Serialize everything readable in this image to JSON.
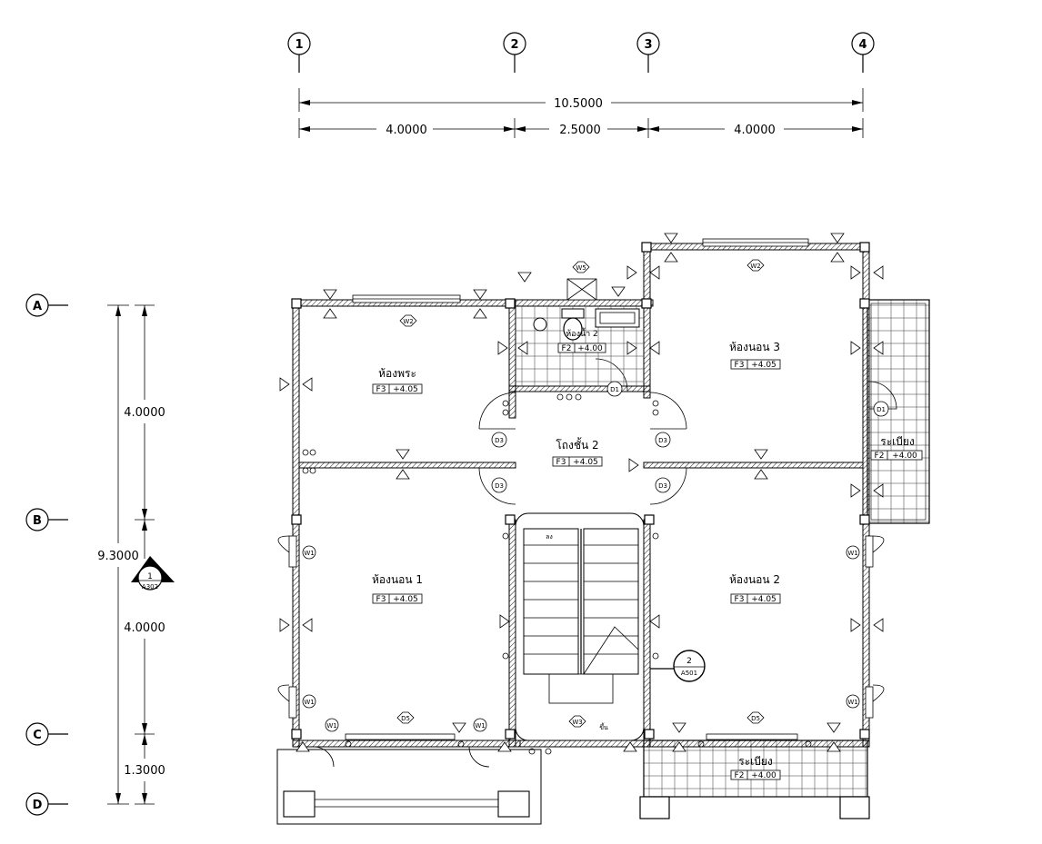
{
  "grid": {
    "columns": [
      "1",
      "2",
      "3",
      "4"
    ],
    "rows": [
      "A",
      "B",
      "C",
      "D"
    ]
  },
  "dimensions": {
    "overall_horizontal": "10.5000",
    "horizontal_segments": [
      "4.0000",
      "2.5000",
      "4.0000"
    ],
    "overall_vertical": "9.3000",
    "vertical_segments": [
      "4.0000",
      "4.0000",
      "1.3000"
    ]
  },
  "rooms": [
    {
      "id": "shrine",
      "name": "ห้องพระ",
      "level_tag": "F3",
      "level": "+4.05"
    },
    {
      "id": "bedroom3",
      "name": "ห้องนอน 3",
      "level_tag": "F3",
      "level": "+4.05"
    },
    {
      "id": "hall",
      "name": "โถงชั้น 2",
      "level_tag": "F3",
      "level": "+4.05"
    },
    {
      "id": "bedroom1",
      "name": "ห้องนอน 1",
      "level_tag": "F3",
      "level": "+4.05"
    },
    {
      "id": "bedroom2",
      "name": "ห้องนอน 2",
      "level_tag": "F3",
      "level": "+4.05"
    },
    {
      "id": "bath",
      "name": "ห้องน้ำ 2",
      "level_tag": "F2",
      "level": "+4.00"
    },
    {
      "id": "balcony_right",
      "name": "ระเบียง",
      "level_tag": "F2",
      "level": "+4.00"
    },
    {
      "id": "balcony_bottom",
      "name": "ระเบียง",
      "level_tag": "F2",
      "level": "+4.00"
    }
  ],
  "tags": {
    "w1": "W1",
    "w2": "W2",
    "w3": "W3",
    "w5": "W5",
    "d1": "D1",
    "d3": "D3",
    "d5": "D5",
    "tri": "1",
    "tri2": "2"
  },
  "section_markers": [
    {
      "number": "1",
      "sheet": "A302"
    },
    {
      "number": "2",
      "sheet": "A501"
    }
  ],
  "stair": {
    "down_label": "ลง",
    "up_label": "ขึ้น"
  }
}
